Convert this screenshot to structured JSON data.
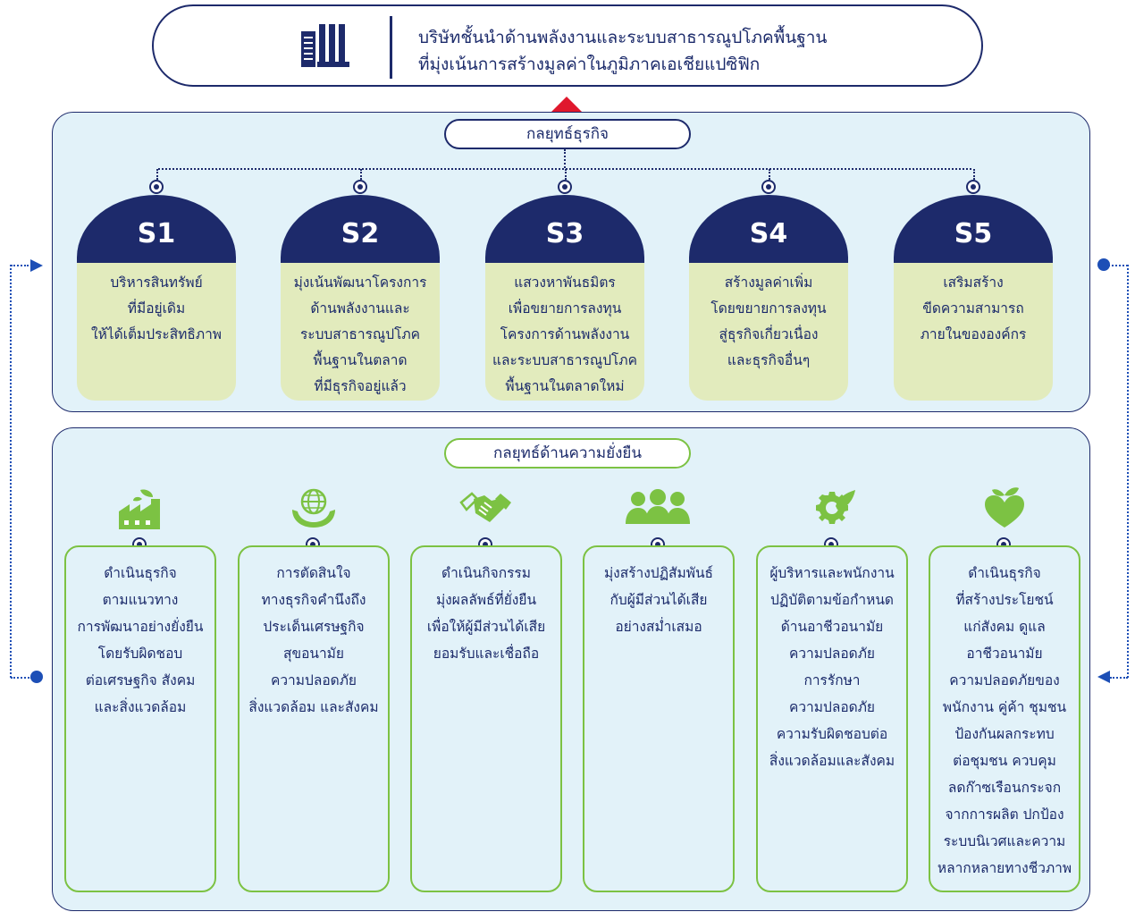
{
  "banner": {
    "line1": "บริษัทชั้นนำด้านพลังงานและระบบสาธารณูปโภคพื้นฐาน",
    "line2": "ที่มุ่งเน้นการสร้างมูลค่าในภูมิภาคเอเชียแปซิฟิก",
    "icon": "building-icon"
  },
  "business": {
    "title": "กลยุทธ์ธุรกิจ",
    "strategies": [
      {
        "code": "S1",
        "text": [
          "บริหารสินทรัพย์",
          "ที่มีอยู่เดิม",
          "ให้ได้เต็มประสิทธิภาพ"
        ]
      },
      {
        "code": "S2",
        "text": [
          "มุ่งเน้นพัฒนาโครงการ",
          "ด้านพลังงานและ",
          "ระบบสาธารณูปโภค",
          "พื้นฐานในตลาด",
          "ที่มีธุรกิจอยู่แล้ว"
        ]
      },
      {
        "code": "S3",
        "text": [
          "แสวงหาพันธมิตร",
          "เพื่อขยายการลงทุน",
          "โครงการด้านพลังงาน",
          "และระบบสาธารณูปโภค",
          "พื้นฐานในตลาดใหม่"
        ]
      },
      {
        "code": "S4",
        "text": [
          "สร้างมูลค่าเพิ่ม",
          "โดยขยายการลงทุน",
          "สู่ธุรกิจเกี่ยวเนื่อง",
          "และธุรกิจอื่นๆ"
        ]
      },
      {
        "code": "S5",
        "text": [
          "เสริมสร้าง",
          "ขีดความสามารถ",
          "ภายในขององค์กร"
        ]
      }
    ]
  },
  "sustainability": {
    "title": "กลยุทธ์ด้านความยั่งยืน",
    "items": [
      {
        "icon": "green-factory-icon",
        "text": [
          "ดำเนินธุรกิจ",
          "ตามแนวทาง",
          "การพัฒนาอย่างยั่งยืน",
          "โดยรับผิดชอบ",
          "ต่อเศรษฐกิจ สังคม",
          "และสิ่งแวดล้อม"
        ]
      },
      {
        "icon": "globe-in-hands-icon",
        "text": [
          "การตัดสินใจ",
          "ทางธุรกิจคำนึงถึง",
          "ประเด็นเศรษฐกิจ",
          "สุขอนามัย",
          "ความปลอดภัย",
          "สิ่งแวดล้อม และสังคม"
        ]
      },
      {
        "icon": "handshake-icon",
        "text": [
          "ดำเนินกิจกรรม",
          "มุ่งผลลัพธ์ที่ยั่งยืน",
          "เพื่อให้ผู้มีส่วนได้เสีย",
          "ยอมรับและเชื่อถือ"
        ]
      },
      {
        "icon": "people-group-icon",
        "text": [
          "มุ่งสร้างปฏิสัมพันธ์",
          "กับผู้มีส่วนได้เสีย",
          "อย่างสม่ำเสมอ"
        ]
      },
      {
        "icon": "eco-gear-icon",
        "text": [
          "ผู้บริหารและพนักงาน",
          "ปฏิบัติตามข้อกำหนด",
          "ด้านอาชีวอนามัย",
          "ความปลอดภัย",
          "การรักษา",
          "ความปลอดภัย",
          "ความรับผิดชอบต่อ",
          "สิ่งแวดล้อมและสังคม"
        ]
      },
      {
        "icon": "heart-leaf-icon",
        "text": [
          "ดำเนินธุรกิจ",
          "ที่สร้างประโยชน์",
          "แก่สังคม ดูแล",
          "อาชีวอนามัย",
          "ความปลอดภัยของ",
          "พนักงาน คู่ค้า ชุมชน",
          "ป้องกันผลกระทบ",
          "ต่อชุมชน ควบคุม",
          "ลดก๊าซเรือนกระจก",
          "จากการผลิต ปกป้อง",
          "ระบบนิเวศและความ",
          "หลากหลายทางชีวภาพ"
        ]
      }
    ]
  },
  "colors": {
    "navy": "#1d2a6b",
    "panel": "#e2f2f9",
    "strategy_body": "#e2ebbd",
    "green": "#7cc243",
    "accent_red": "#e0182d",
    "link_blue": "#1d4fb6"
  }
}
